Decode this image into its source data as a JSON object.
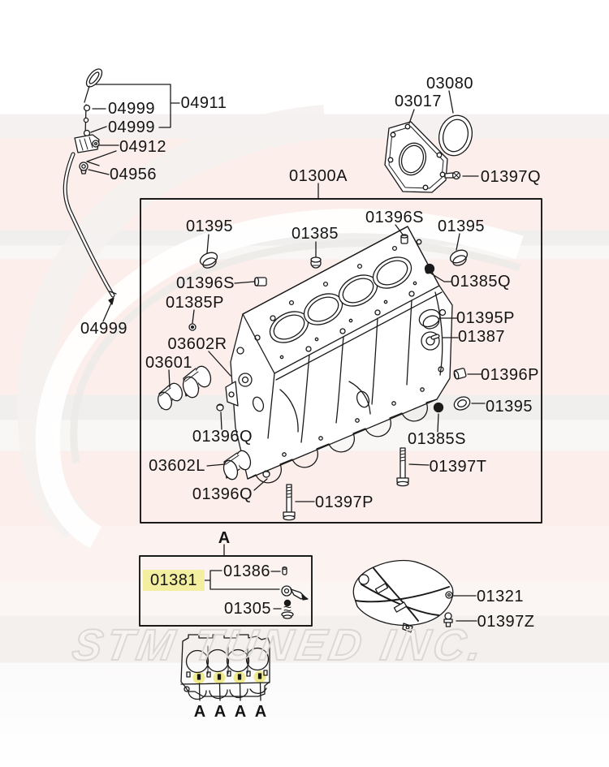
{
  "watermark": {
    "text": "STM TUNED INC."
  },
  "colors": {
    "highlight_yellow": "#f4efa0",
    "line_black": "#1a1a1a",
    "background_pink": "#fbeeeb"
  },
  "dipstick": {
    "oring_upper": "04999",
    "gauge_assembly": "04911",
    "oring_lower": "04999",
    "tube_bracket": "04912",
    "bolt": "04956",
    "oil_level_gauge": "04999"
  },
  "rear_seal": {
    "seal_case": "03017",
    "oil_seal": "03080",
    "bolt": "01397Q"
  },
  "cylinder_block": {
    "block_assembly": "01300A",
    "plug_top_left": "01395",
    "cap": "01385",
    "dowel_top_right": "01396S",
    "plug_top_right": "01395",
    "dowel_left": "01396S",
    "plug_small": "01385Q",
    "plug_front": "01385P",
    "plug_rear": "01395P",
    "dowel_pin": "01387",
    "bearing_rear": "03602R",
    "bearing_front": "03601",
    "dowel_rear": "01396P",
    "plug_right": "01395",
    "dowel_mid": "01396Q",
    "plug_bottom": "01385S",
    "bearing_left": "03602L",
    "bolt_long": "01397T",
    "dowel_bottom": "01396Q",
    "bolt_pan": "01397P"
  },
  "oil_jet_detail": {
    "section_marker": "A",
    "oil_jet_assembly": "01381",
    "pin": "01386",
    "check_valve": "01305"
  },
  "baffle": {
    "plate": "01321",
    "bolt": "01397Z"
  },
  "bottom_view": {
    "markers": [
      "A",
      "A",
      "A",
      "A"
    ]
  }
}
